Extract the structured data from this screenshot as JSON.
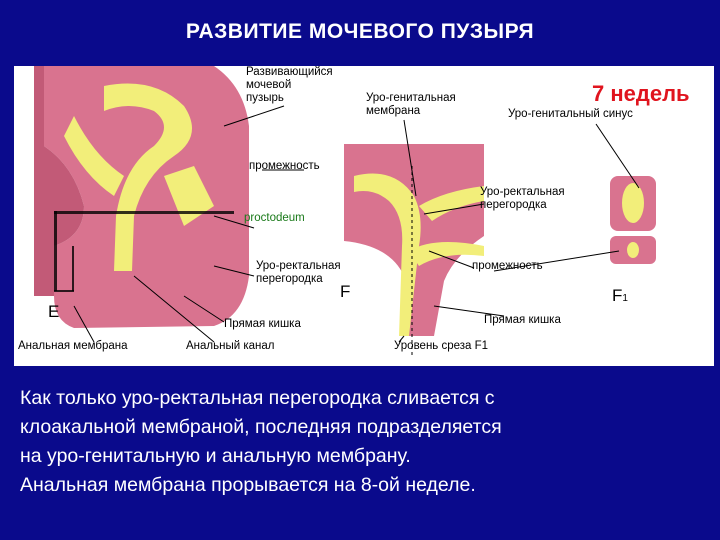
{
  "slide": {
    "title": "РАЗВИТИЕ МОЧЕВОГО ПУЗЫРЯ",
    "caption_lines": [
      "Как только уро-ректальная перегородка сливается с",
      "клоакальной мембраной, последняя подразделяется",
      "на уро-генитальную и анальную мембрану.",
      "Анальная мембрана прорывается на 8-ой неделе."
    ]
  },
  "figure": {
    "stage_label": "7 недель",
    "labels": {
      "developing_bladder": [
        "Развивающийся",
        "мочевой",
        "пузырь"
      ],
      "urogenital_membrane": [
        "Уро-генитальная",
        "мембрана"
      ],
      "urogenital_sinus": "Уро-генитальный синус",
      "perineum_top": "промежность",
      "proctodeum": "proctodeum",
      "urorectal_septum_right": [
        "Уро-ректальная",
        "перегородка"
      ],
      "urorectal_septum_left": [
        "Уро-ректальная",
        "перегородка"
      ],
      "perineum_right": "промежность",
      "rectum_left": "Прямая кишка",
      "rectum_right": "Прямая кишка",
      "anal_membrane": "Анальная мембрана",
      "anal_canal": "Анальный канал",
      "section_level": "Уровень среза F1"
    },
    "panel_letters": {
      "e": "E",
      "f": "F",
      "f1": "F",
      "f1_sub": "1"
    },
    "colors": {
      "tissue_pink": "#d9738f",
      "tissue_dark": "#c25a77",
      "lumen_yellow": "#f2ee7a",
      "background_blue": "#0a0a8c",
      "stage_red": "#e0141e"
    }
  }
}
